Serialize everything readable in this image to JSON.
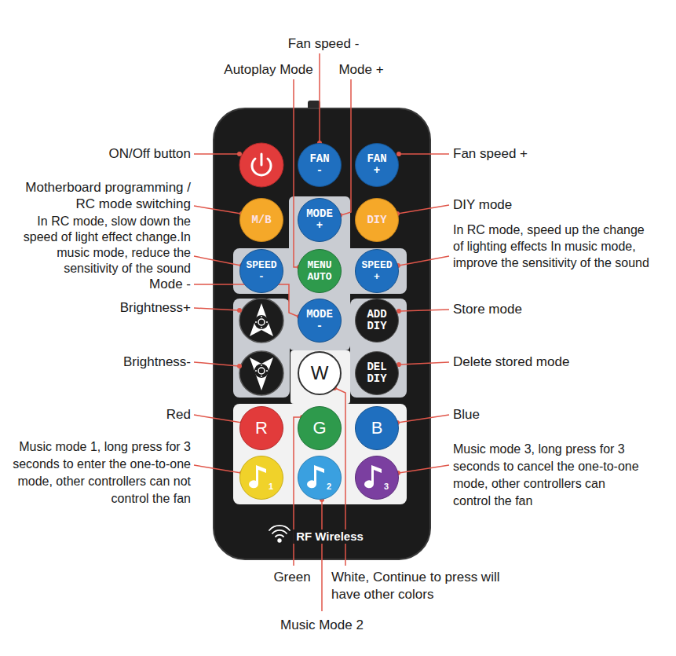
{
  "diagram": {
    "nodes": [
      {
        "text": [
          "RF Wireless"
        ]
      },
      {
        "text": [
          "FAN -"
        ],
        "in": 0
      },
      {
        "text": [
          "FAN +"
        ],
        "in": 0
      },
      {
        "text": [
          "M/B"
        ],
        "in": 0
      },
      {
        "text": [
          "MODE +"
        ],
        "in": 0
      },
      {
        "text": [
          "DIY"
        ],
        "in": 0
      },
      {
        "text": [
          "SPEED -"
        ],
        "in": 0
      },
      {
        "text": [
          "MENU AUTO"
        ],
        "in": 0
      },
      {
        "text": [
          "SPEED +"
        ],
        "in": 0
      },
      {
        "text": [
          "MODE -"
        ],
        "in": 0
      },
      {
        "text": [
          "ADD DIY"
        ],
        "in": 0
      },
      {
        "text": [
          "W"
        ],
        "in": 0
      },
      {
        "text": [
          "DEL DIY"
        ],
        "in": 0
      },
      {
        "text": [
          "R"
        ],
        "in": 0
      },
      {
        "text": [
          "G"
        ],
        "in": 0
      },
      {
        "text": [
          "B"
        ],
        "in": 0
      },
      {
        "text": [
          "1"
        ],
        "in": 0
      },
      {
        "text": [
          "2"
        ],
        "in": 0
      },
      {
        "text": [
          "3"
        ],
        "in": 0
      }
    ],
    "labels": [
      "Fan speed -",
      "Autoplay Mode",
      "Mode +",
      "ON/Off button",
      "Fan speed +",
      "Motherboard programming / RC mode switching",
      "DIY mode",
      "In RC mode, slow down the speed of light effect change.In music mode, reduce the sensitivity of the sound",
      "In RC mode, speed up the change of lighting effects In music mode, improve the sensitivity of the sound",
      "Mode -",
      "Brightness+",
      "Store mode",
      "Brightness-",
      "Delete stored mode",
      "Red",
      "Blue",
      "Music mode 1, long press for 3 seconds to enter the one-to-one mode, other controllers can not control the fan",
      "Music mode 3, long press for 3 seconds to cancel the one-to-one mode, other controllers can control the fan",
      "Green",
      "White, Continue to press will have other colors",
      "Music Mode 2"
    ]
  }
}
